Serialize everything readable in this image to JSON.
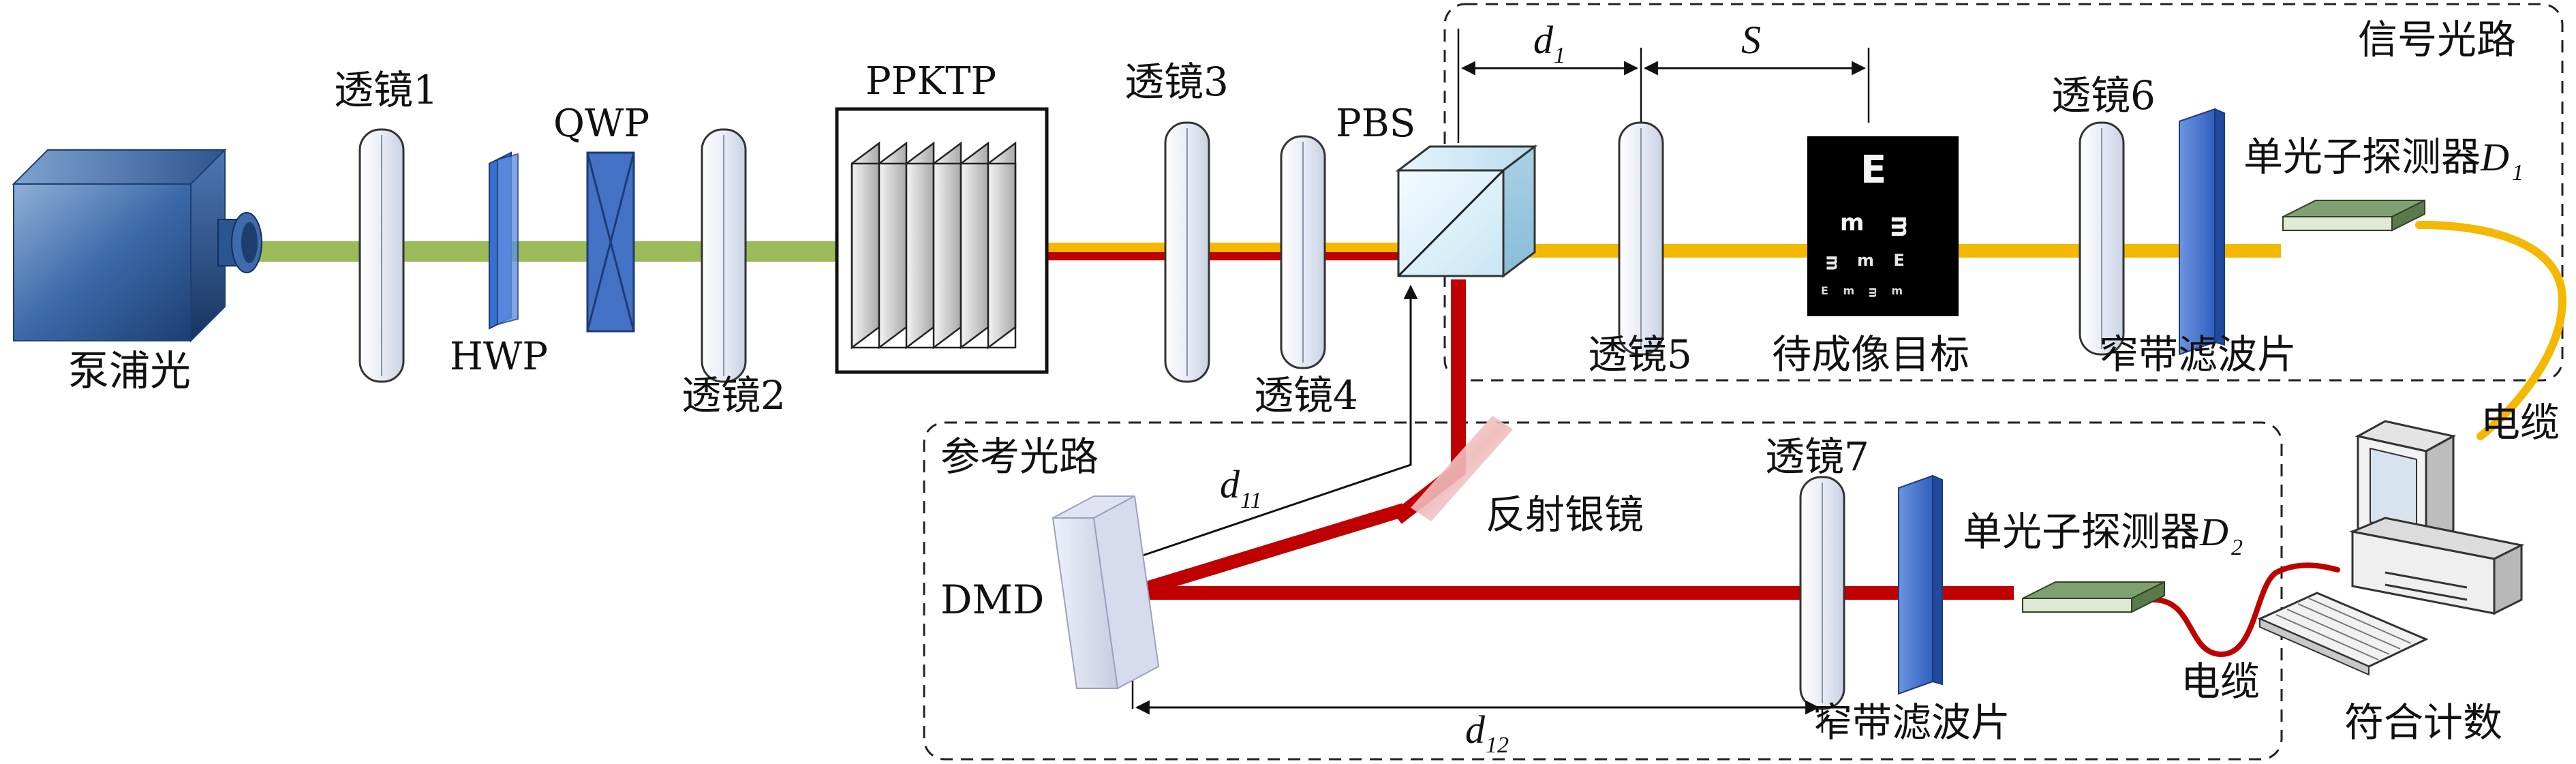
{
  "labels": {
    "pump": "泵浦光",
    "lens1": "透镜1",
    "hwp": "HWP",
    "qwp": "QWP",
    "lens2": "透镜2",
    "ppktp": "PPKTP",
    "lens3": "透镜3",
    "lens4": "透镜4",
    "pbs": "PBS",
    "lens5": "透镜5",
    "target": "待成像目标",
    "lens6": "透镜6",
    "filter1": "窄带滤波片",
    "detector1": "单光子探测器",
    "detector1_var": "D",
    "detector1_sub": "1",
    "signal_path": "信号光路",
    "cable1": "电缆",
    "coincidence": "符合计数",
    "reference_path": "参考光路",
    "mirror": "反射银镜",
    "lens7": "透镜7",
    "filter2": "窄带滤波片",
    "detector2": "单光子探测器",
    "detector2_var": "D",
    "detector2_sub": "2",
    "cable2": "电缆",
    "dmd": "DMD",
    "d1_var": "d",
    "d1_sub": "1",
    "s_var": "S",
    "d11_var": "d",
    "d11_sub": "11",
    "d12_var": "d",
    "d12_sub": "12"
  },
  "colors": {
    "pump_beam": "#9bbb59",
    "signal_beam": "#f5b800",
    "idler_beam": "#c00000",
    "filter": "#3a6fd0",
    "waveplate": "#4472c4",
    "lens_fill": "#eef1f7",
    "detector": "#7fa070"
  },
  "icons": {
    "laser": "laser-box-icon",
    "computer": "computer-icon",
    "keyboard": "keyboard-icon",
    "eye_chart": "eye-chart-icon"
  }
}
